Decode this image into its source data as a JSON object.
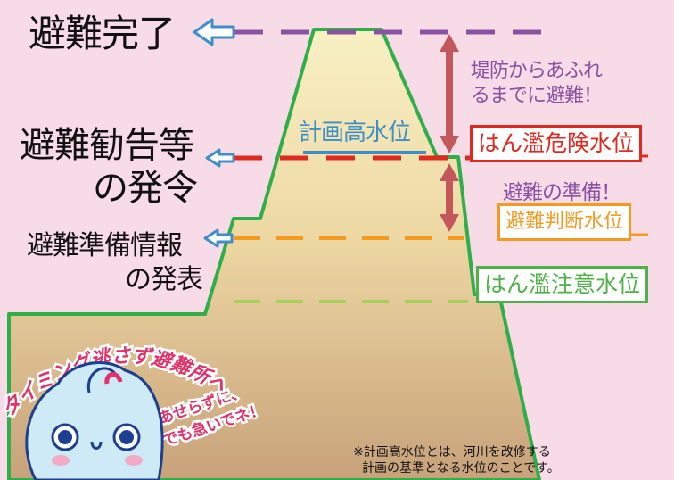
{
  "left_labels": {
    "evac_complete": "避難完了",
    "evac_order_line1": "避難勧告等",
    "evac_order_line2": "の発令",
    "evac_prep_line1": "避難準備情報",
    "evac_prep_line2": "の発表"
  },
  "levels": {
    "planned_high_water": "計画高水位",
    "danger": "はん濫危険水位",
    "decision": "避難判断水位",
    "caution": "はん濫注意水位"
  },
  "annotations": {
    "evacuate_before_overflow_line1": "堤防からあふれ",
    "evacuate_before_overflow_line2": "るまでに避難！",
    "prepare_evacuation": "避難の準備！"
  },
  "banner": {
    "arc_text": "タイミング逃さず避難所へ！",
    "calm_line1": "あせらずに、",
    "calm_line2": "でも急いでネ！"
  },
  "note": {
    "line1": "※計画高水位とは、河川を改修する",
    "line2": "計画の基準となる水位のことです。"
  },
  "colors": {
    "background": "#f7dce8",
    "embankment_outline": "#2fae4a",
    "purple": "#8b52a3",
    "red": "#e02a1f",
    "orange": "#f39a20",
    "light_green": "#a7d05a",
    "blue": "#3d8ec9",
    "arrow": "#c4575c"
  }
}
